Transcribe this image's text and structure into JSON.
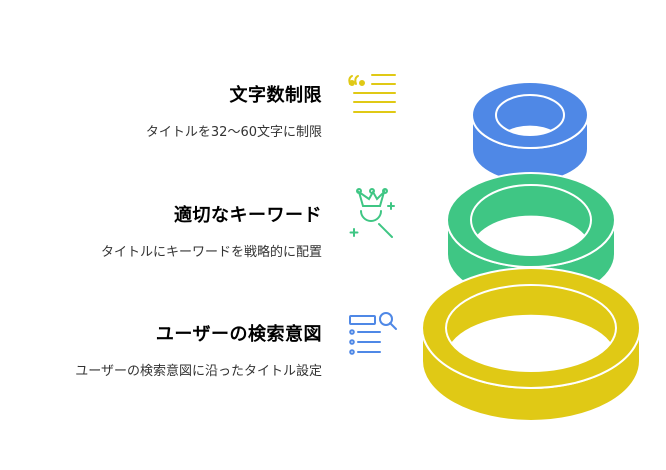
{
  "levels": [
    {
      "title": "文字数制限",
      "description": "タイトルを32〜60文字に制限",
      "color": "#e0c915",
      "title_color": "#4a4630",
      "icon": "quote-lines-icon"
    },
    {
      "title": "適切なキーワード",
      "description": "タイトルにキーワードを戦略的に配置",
      "color": "#3fc684",
      "title_color": "#2f4a3c",
      "icon": "crown-search-icon"
    },
    {
      "title": "ユーザーの検索意図",
      "description": "ユーザーの検索意図に沿ったタイトル設定",
      "color": "#4f88e6",
      "title_color": "#3a4556",
      "icon": "list-search-icon"
    }
  ]
}
